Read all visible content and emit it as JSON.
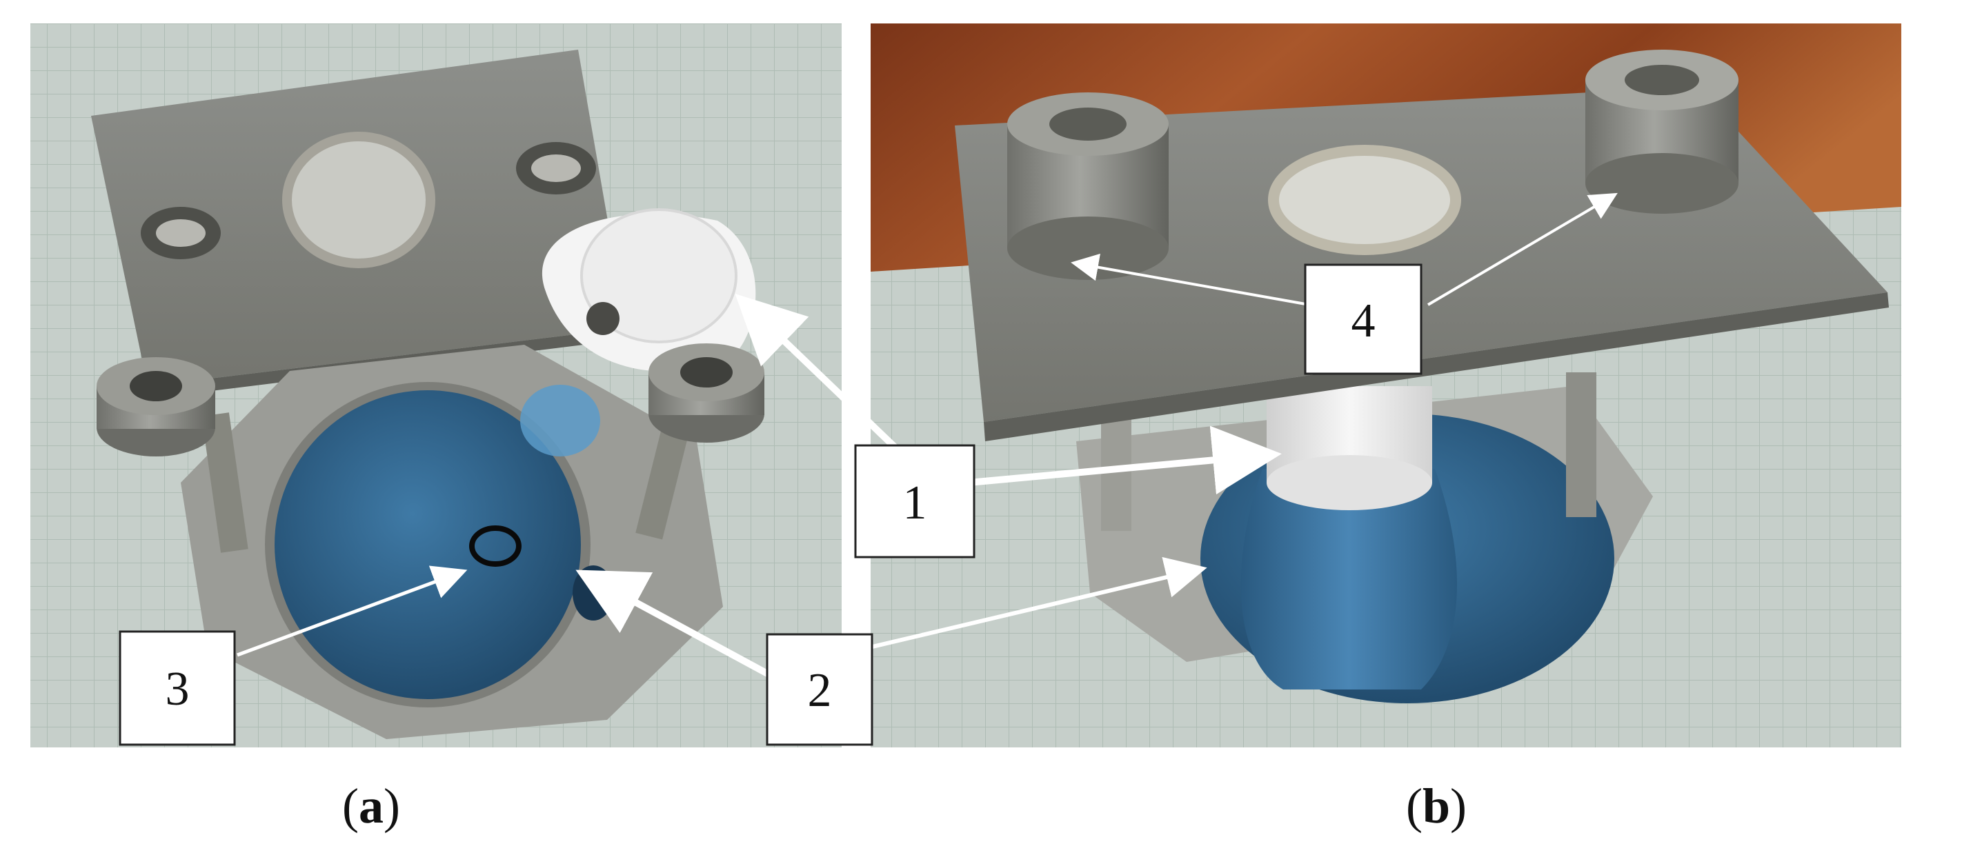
{
  "figure": {
    "panels": [
      {
        "id": "a",
        "caption_letter": "a"
      },
      {
        "id": "b",
        "caption_letter": "b"
      }
    ],
    "callouts": [
      "1",
      "2",
      "3",
      "4"
    ],
    "colors": {
      "wafer_blue": "#2f5f86",
      "fixture_gray": "#8e8e8a",
      "teflon_white": "#f2f2f2",
      "wood": "#9a4a24",
      "grid_paper": "#c9d3cc"
    }
  }
}
